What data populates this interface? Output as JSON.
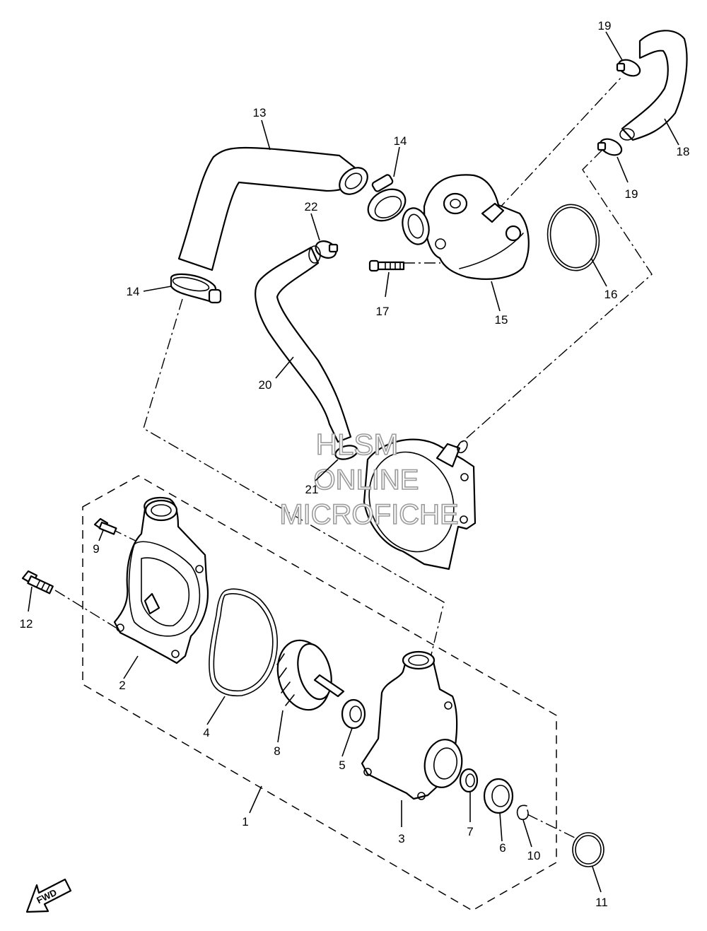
{
  "callouts": {
    "c1": "1",
    "c2": "2",
    "c3": "3",
    "c4": "4",
    "c5": "5",
    "c6": "6",
    "c7": "7",
    "c8": "8",
    "c9": "9",
    "c10": "10",
    "c11": "11",
    "c12": "12",
    "c13": "13",
    "c14a": "14",
    "c14b": "14",
    "c15": "15",
    "c16": "16",
    "c17": "17",
    "c18": "18",
    "c19a": "19",
    "c19b": "19",
    "c20": "20",
    "c21": "21",
    "c22": "22"
  },
  "watermark": {
    "line1": "HLSM",
    "line2": "ONLINE",
    "line3": "MICROFICHE"
  },
  "fwd_label": "FWD",
  "colors": {
    "line": "#000000",
    "watermark": "#9a9a9a",
    "background": "#ffffff"
  }
}
